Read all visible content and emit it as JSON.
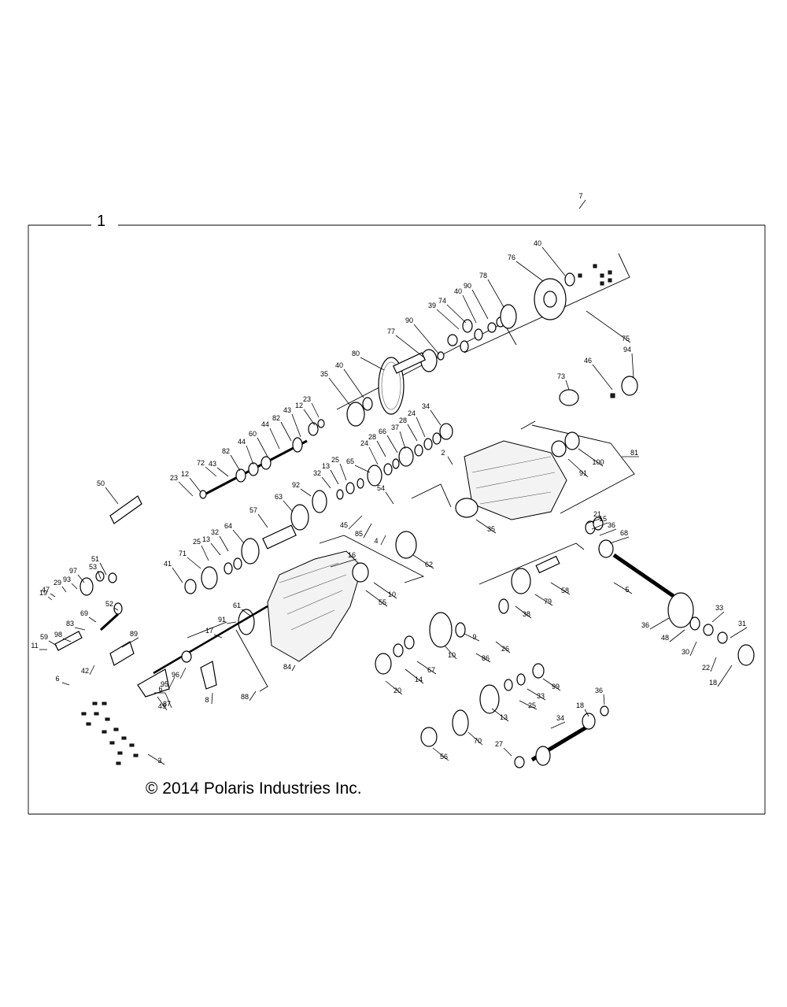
{
  "frame": {
    "label": "1"
  },
  "copyright": "© 2014 Polaris Industries Inc.",
  "callouts": [
    "7",
    "40",
    "76",
    "78",
    "90",
    "74",
    "39",
    "40",
    "90",
    "77",
    "75",
    "80",
    "35",
    "40",
    "94",
    "46",
    "73",
    "23",
    "12",
    "43",
    "82",
    "44",
    "60",
    "44",
    "82",
    "43",
    "72",
    "12",
    "23",
    "34",
    "28",
    "24",
    "37",
    "66",
    "28",
    "24",
    "65",
    "25",
    "13",
    "32",
    "92",
    "63",
    "2",
    "100",
    "81",
    "91",
    "50",
    "54",
    "45",
    "85",
    "4",
    "57",
    "64",
    "32",
    "13",
    "25",
    "71",
    "41",
    "35",
    "21",
    "15",
    "36",
    "68",
    "62",
    "16",
    "10",
    "55",
    "51",
    "53",
    "97",
    "93",
    "29",
    "47",
    "19",
    "52",
    "69",
    "83",
    "98",
    "59",
    "89",
    "11",
    "42",
    "61",
    "91",
    "17",
    "95",
    "96",
    "6",
    "49",
    "87",
    "6",
    "8",
    "88",
    "84",
    "3",
    "5",
    "58",
    "79",
    "38",
    "26",
    "86",
    "9",
    "10",
    "67",
    "14",
    "20",
    "36",
    "48",
    "33",
    "31",
    "30",
    "22",
    "18",
    "99",
    "33",
    "25",
    "13",
    "70",
    "56",
    "36",
    "18",
    "34",
    "27",
    "41"
  ]
}
